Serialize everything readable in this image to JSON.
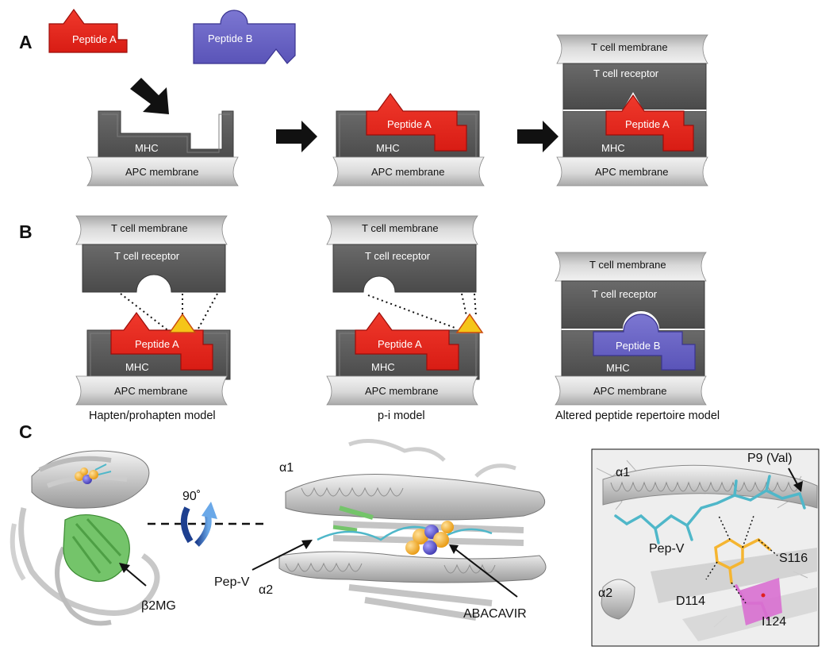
{
  "panels": {
    "a": "A",
    "b": "B",
    "c": "C"
  },
  "labels": {
    "peptide_a": "Peptide A",
    "peptide_b": "Peptide B",
    "mhc": "MHC",
    "apc_membrane": "APC membrane",
    "t_cell_membrane": "T cell membrane",
    "t_cell_receptor": "T cell receptor"
  },
  "models": {
    "hapten": "Hapten/prohapten model",
    "pi": "p-i model",
    "altered": "Altered peptide repertoire model"
  },
  "structures": {
    "b2mg": "β2MG",
    "rotation": "90˚",
    "alpha1": "α1",
    "alpha2": "α2",
    "pepv": "Pep-V",
    "abacavir": "ABACAVIR",
    "p9": "P9 (Val)",
    "s116": "S116",
    "d114": "D114",
    "i124": "I124"
  },
  "colors": {
    "peptide_a": "#e8231e",
    "peptide_b": "#6a64c4",
    "drug": "#f5c518",
    "dark_block": "#565656",
    "membrane": "#d6d6d6",
    "green_domain": "#74c46a",
    "stick_cyan": "#4fb7c9",
    "highlight_magenta": "#d86fd0"
  }
}
